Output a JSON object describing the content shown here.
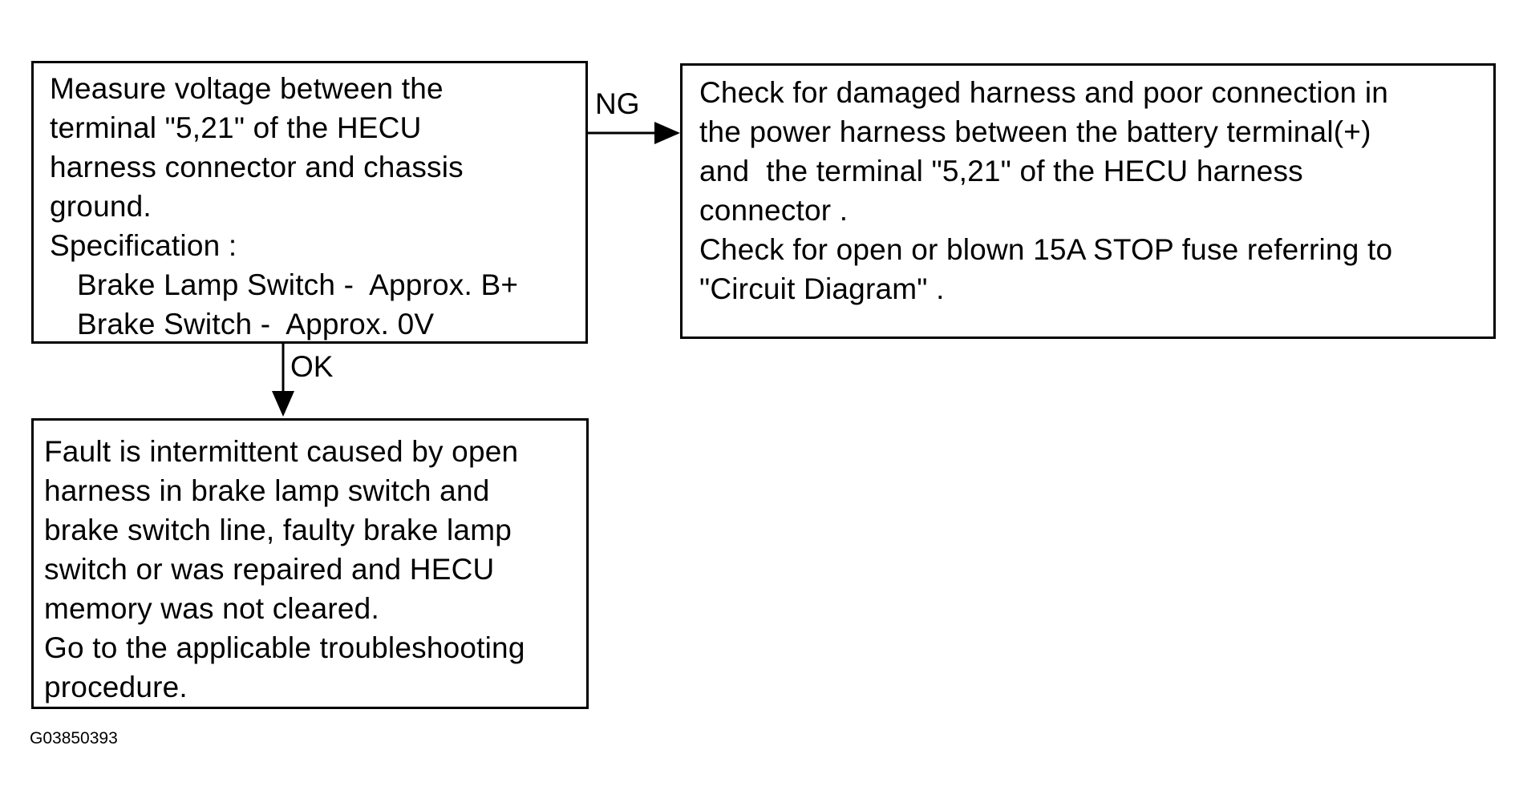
{
  "boxes": {
    "measure": {
      "lines": [
        "Measure voltage between the",
        "terminal \"5,21\" of the HECU",
        "harness connector and chassis",
        "ground.",
        "Specification :"
      ],
      "spec_lines": [
        "Brake Lamp Switch -  Approx. B+",
        "Brake Switch -  Approx. 0V"
      ]
    },
    "check": {
      "lines": [
        "Check for damaged harness and poor connection in",
        "the power harness between the battery terminal(+)",
        "and  the terminal \"5,21\" of the HECU harness",
        "connector .",
        "Check for open or blown 15A STOP fuse referring to",
        "\"Circuit Diagram\" ."
      ]
    },
    "fault": {
      "lines": [
        "Fault is intermittent caused by open",
        "harness in brake lamp switch and",
        "brake switch line, faulty brake lamp",
        "switch or was repaired and HECU",
        "memory was not cleared.",
        "Go to the applicable troubleshooting",
        "procedure."
      ]
    }
  },
  "edges": {
    "ng_label": "NG",
    "ok_label": "OK"
  },
  "figure_code": "G03850393",
  "colors": {
    "line": "#000000",
    "background": "#ffffff"
  }
}
